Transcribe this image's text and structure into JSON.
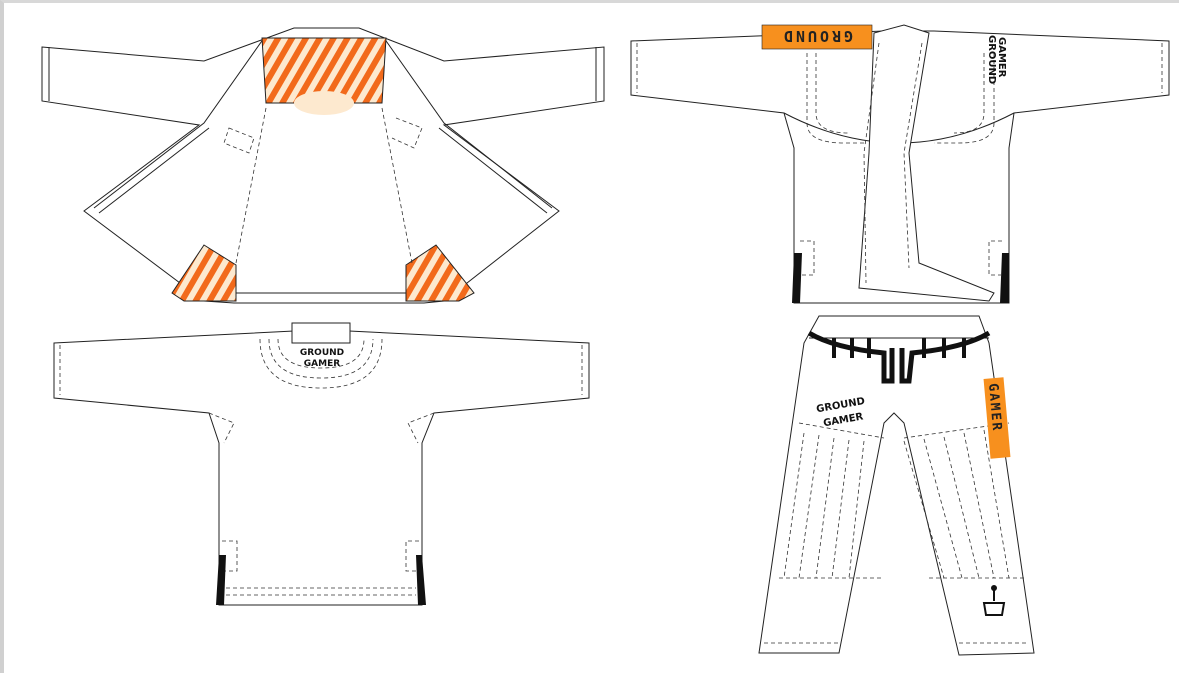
{
  "brand": {
    "line1": "GROUND",
    "line2": "GAMER"
  },
  "patches": {
    "sleeve_patch": "GROUND",
    "pants_patch": "GAMER"
  },
  "colors": {
    "accent": "#f7901e",
    "ray": "#f26a1b",
    "ray_light": "#fde9cf",
    "outline": "#222222",
    "slit": "#111111"
  },
  "views": [
    "jacket-inside",
    "jacket-front",
    "jacket-back",
    "pants-front"
  ]
}
